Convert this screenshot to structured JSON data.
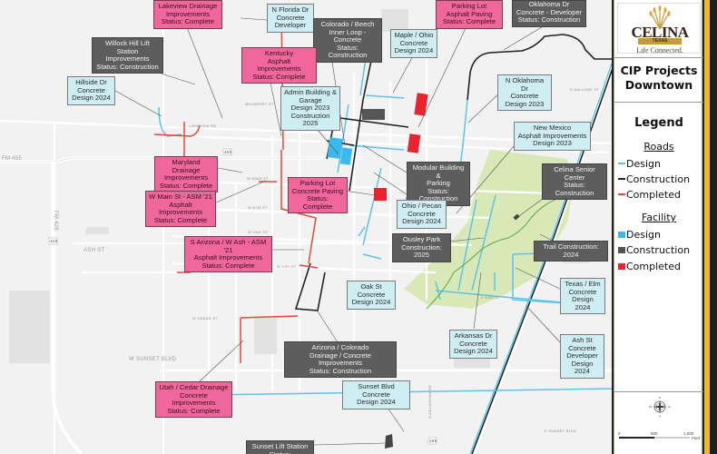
{
  "map": {
    "highway_labels": {
      "fm455": "FM 455",
      "fm428": "FM 428",
      "hwy_428_shield": "428",
      "hwy_289_shield": "289",
      "route_455_shield": "455",
      "ash_st": "ASH ST",
      "w_sunset_blvd": "W SUNSET BLVD",
      "w_main_st": "W MAIN ST",
      "w_elm_st": "W ELM ST",
      "w_oak_st": "W OAK ST",
      "w_ash_st": "W ASH ST",
      "w_cedar_st": "W CEDAR ST",
      "oklahoma_dr": "S OKLAHOMA DR",
      "e_ash_st": "E ASH ST",
      "e_sunset_blvd": "E SUNSET BLVD",
      "e_ballone_st": "E BALLONE ST",
      "w_walnut_st": "W WALNUT ST",
      "mulberry_st": "MULBERRY ST",
      "lakeview_rd": "LAKEVIEW RD"
    },
    "callouts": [
      {
        "id": "lakeview-drainage",
        "type": "complete",
        "text": "Lakeview Drainage\nImprovements\nStatus: Complete"
      },
      {
        "id": "willock-hill",
        "type": "construction",
        "text": "Willock Hill Lift Station\nImprovements\nStatus: Construction"
      },
      {
        "id": "hillside-dr",
        "type": "design",
        "text": "Hillside Dr\nConcrete\nDesign 2024"
      },
      {
        "id": "n-florida",
        "type": "design",
        "text": "N Florida Dr\nConcrete\nDeveloper"
      },
      {
        "id": "colorado-beech",
        "type": "construction",
        "text": "Colorado / Beech\nInner Loop - Concrete\nStatus: Construction"
      },
      {
        "id": "kentucky",
        "type": "complete",
        "text": "Kentucky\nAsphalt Improvements\nStatus: Complete"
      },
      {
        "id": "maple-ohio",
        "type": "design",
        "text": "Maple / Ohio\nConcrete\nDesign 2024"
      },
      {
        "id": "parking-asphalt",
        "type": "complete",
        "text": "Parking Lot\nAsphalt Paving\nStatus: Complete"
      },
      {
        "id": "oklahoma-developer",
        "type": "construction",
        "text": "Oklahoma Dr\nConcrete - Developer\nStatus: Construction"
      },
      {
        "id": "admin-building",
        "type": "design",
        "text": "Admin Building &\nGarage\nDesign 2023\nConstruction 2025"
      },
      {
        "id": "n-oklahoma",
        "type": "design",
        "text": "N Oklahoma Dr\nConcrete\nDesign 2023"
      },
      {
        "id": "new-mexico",
        "type": "design",
        "text": "New Mexico\nAsphalt Improvements\nDesign 2023"
      },
      {
        "id": "maryland-drainage",
        "type": "complete",
        "text": "Maryland Drainage\nImprovements\nStatus: Complete"
      },
      {
        "id": "modular-building",
        "type": "construction",
        "text": "Modular Building &\nParking\nStatus: Construction"
      },
      {
        "id": "senior-center",
        "type": "construction",
        "text": "Celina Senior\nCenter\nStatus: Construction"
      },
      {
        "id": "w-main-asm",
        "type": "complete",
        "text": "W Main St - ASM '21\nAsphalt Improvements\nStatus: Complete"
      },
      {
        "id": "parking-concrete",
        "type": "complete",
        "text": "Parking Lot\nConcrete Paving\nStatus: Complete"
      },
      {
        "id": "ohio-pecan",
        "type": "design",
        "text": "Ohio / Pecan\nConcrete\nDesign 2024"
      },
      {
        "id": "ousley-park",
        "type": "construction",
        "text": "Ousley Park\nConstruction: 2025"
      },
      {
        "id": "trail",
        "type": "construction",
        "text": "Trail Construction: 2024"
      },
      {
        "id": "s-arizona-ash",
        "type": "complete",
        "text": "S Arizona / W Ash - ASM '21\nAsphalt Improvements\nStatus: Complete"
      },
      {
        "id": "oak-st",
        "type": "design",
        "text": "Oak St\nConcrete\nDesign 2024"
      },
      {
        "id": "texas-elm",
        "type": "design",
        "text": "Texas / Elm\nConcrete\nDesign 2024"
      },
      {
        "id": "arkansas-dr",
        "type": "design",
        "text": "Arkansas Dr\nConcrete\nDesign 2024"
      },
      {
        "id": "ash-st",
        "type": "design",
        "text": "Ash St\nConcrete\nDeveloper\nDesign 2024"
      },
      {
        "id": "arizona-colorado",
        "type": "construction",
        "text": "Arizona / Colorado\nDrainage / Concrete Improvements\nStatus: Construction"
      },
      {
        "id": "utah-cedar",
        "type": "complete",
        "text": "Utah / Cedar Drainage\nConcrete Improvements\nStatus: Complete"
      },
      {
        "id": "sunset-blvd",
        "type": "design",
        "text": "Sunset Blvd Concrete\nDesign 2024"
      },
      {
        "id": "sunset-lift",
        "type": "construction",
        "text": "Sunset Lift Station\nStatus: Construction"
      }
    ],
    "colors": {
      "design_road": "#5bc4e8",
      "construction_road": "#2a2a2a",
      "completed_road": "#e8463a",
      "design_facility": "#3bb9ee",
      "construction_facility": "#555555",
      "completed_facility": "#e8252e",
      "park": "#d8e8b6",
      "trail": "#5aa84a",
      "callout_design": "#cfeef3",
      "callout_construction": "#5d5d5d",
      "callout_complete": "#f0679b"
    }
  },
  "sidebar": {
    "logo": {
      "name": "CELINA",
      "state": "TEXAS",
      "tagline": "Life Connected."
    },
    "title_line1": "CIP Projects",
    "title_line2": "Downtown",
    "legend": {
      "title": "Legend",
      "roads_heading": "Roads",
      "roads": [
        {
          "label": "Design",
          "color": "#5bc4e8"
        },
        {
          "label": "Construction",
          "color": "#2a2a2a"
        },
        {
          "label": "Completed",
          "color": "#e8463a"
        }
      ],
      "facility_heading": "Facility",
      "facility": [
        {
          "label": "Design",
          "color": "#3bb9ee"
        },
        {
          "label": "Construction",
          "color": "#555555"
        },
        {
          "label": "Completed",
          "color": "#e8252e"
        }
      ]
    },
    "compass": {
      "n": "N",
      "s": "S",
      "e": "E",
      "w": "W"
    },
    "scale": {
      "tick0": "0",
      "tick1": "500",
      "tick2": "1,000",
      "unit": "Feet"
    }
  }
}
